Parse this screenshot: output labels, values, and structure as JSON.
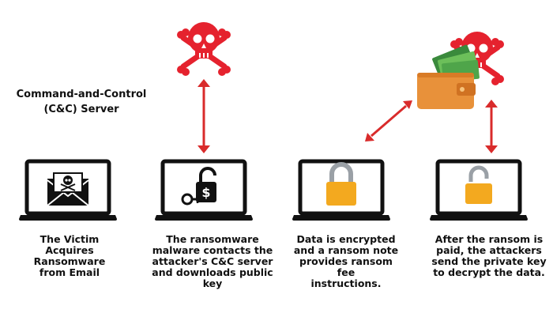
{
  "server_label": {
    "line1": "Command-and-Control",
    "line2": "(C&C) Server"
  },
  "steps": [
    {
      "lines": [
        "The Victim",
        "Acquires",
        "Ransomware",
        "from Email"
      ]
    },
    {
      "lines": [
        "The ransomware",
        "malware contacts the",
        "attacker's C&C server",
        "and downloads public",
        "key"
      ]
    },
    {
      "lines": [
        "Data is encrypted",
        "and a ransom note",
        "provides ransom fee",
        "instructions."
      ]
    },
    {
      "lines": [
        "After the ransom is",
        "paid, the attackers",
        "send the private key",
        "to decrypt the data."
      ]
    }
  ],
  "colors": {
    "skull_red": "#e5222e",
    "arrow_red": "#d92b2b",
    "laptop_black": "#111111",
    "lock_orange": "#f3a91f",
    "shackle_gray": "#9aa0a6",
    "wallet_orange": "#e8913a",
    "cash_green": "#3a8a3c"
  },
  "icons": [
    "skull-crossbones-icon",
    "email-skull-icon",
    "dollar-lock-key-icon",
    "padlock-closed-icon",
    "padlock-open-icon",
    "wallet-cash-icon",
    "double-arrow-icon"
  ]
}
